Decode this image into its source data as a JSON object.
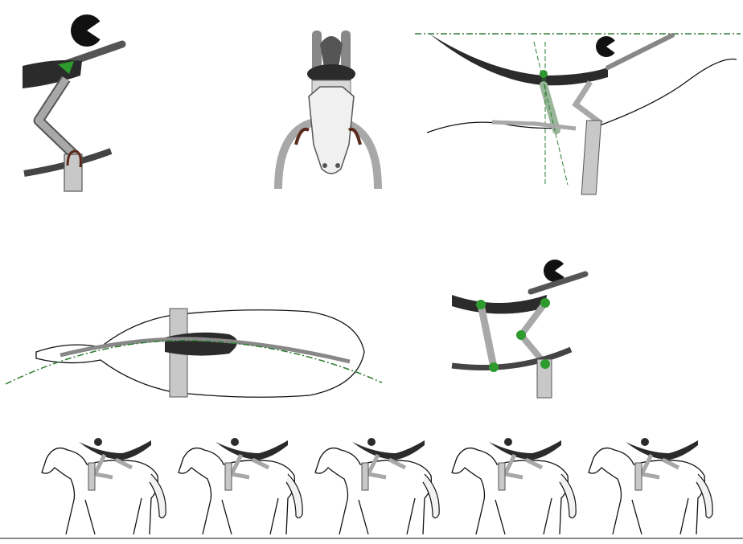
{
  "figure": {
    "panels": [
      {
        "id": "side-closeup",
        "subject": "rider-torso-knee-close-up"
      },
      {
        "id": "front-view",
        "subject": "rider-on-horse-front-view"
      },
      {
        "id": "side-angles",
        "subject": "rider-body-angle-guides"
      },
      {
        "id": "top-view",
        "subject": "horse-and-rider-from-above"
      },
      {
        "id": "joints",
        "subject": "rider-joint-markers"
      },
      {
        "id": "gait-sequence",
        "subject": "five-phase-canter-sequence"
      }
    ],
    "colors": {
      "rider_body": "#2b2b2b",
      "rider_limb": "#a8a8a8",
      "saddle_pad": "#c8c8c8",
      "guide_line": "#2e7d32",
      "joint_marker": "#2e9b2e",
      "horse_outline": "#111111",
      "strap": "#5a2a1a"
    },
    "gait_frames": 5
  }
}
